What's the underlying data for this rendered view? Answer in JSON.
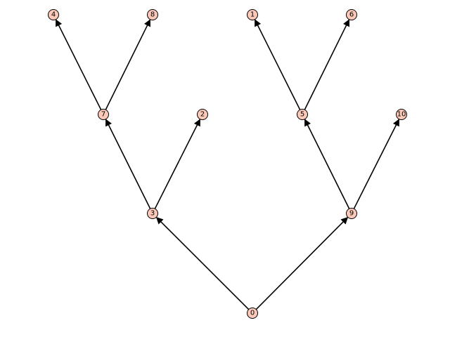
{
  "graph": {
    "type": "directed-tree",
    "nodes": [
      {
        "id": "n0",
        "label": "0"
      },
      {
        "id": "n3",
        "label": "3"
      },
      {
        "id": "n9",
        "label": "9"
      },
      {
        "id": "n7",
        "label": "7"
      },
      {
        "id": "n2",
        "label": "2"
      },
      {
        "id": "n5",
        "label": "5"
      },
      {
        "id": "n10",
        "label": "10"
      },
      {
        "id": "n4",
        "label": "4"
      },
      {
        "id": "n8",
        "label": "8"
      },
      {
        "id": "n1",
        "label": "1"
      },
      {
        "id": "n6",
        "label": "6"
      }
    ],
    "edges": [
      {
        "from": "n0",
        "to": "n3"
      },
      {
        "from": "n0",
        "to": "n9"
      },
      {
        "from": "n3",
        "to": "n7"
      },
      {
        "from": "n3",
        "to": "n2"
      },
      {
        "from": "n9",
        "to": "n5"
      },
      {
        "from": "n9",
        "to": "n10"
      },
      {
        "from": "n7",
        "to": "n4"
      },
      {
        "from": "n7",
        "to": "n8"
      },
      {
        "from": "n5",
        "to": "n1"
      },
      {
        "from": "n5",
        "to": "n6"
      }
    ],
    "colors": {
      "node_fill": "#fcc8b8",
      "node_stroke": "#000000",
      "edge": "#000000"
    }
  }
}
